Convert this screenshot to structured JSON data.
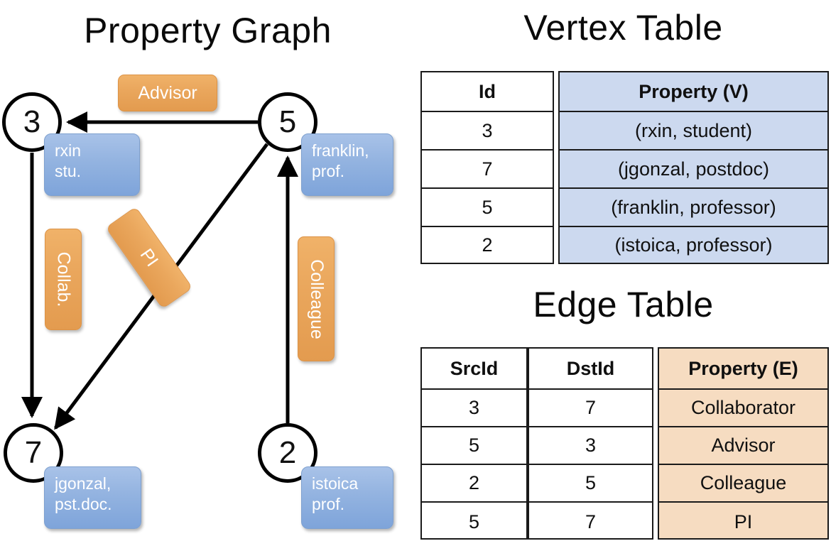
{
  "titles": {
    "property_graph": "Property Graph",
    "vertex_table": "Vertex Table",
    "edge_table": "Edge Table"
  },
  "graph": {
    "nodes": [
      {
        "id": "3",
        "property_label": "rxin\nstu."
      },
      {
        "id": "5",
        "property_label": "franklin,\nprof."
      },
      {
        "id": "7",
        "property_label": "jgonzal,\npst.doc."
      },
      {
        "id": "2",
        "property_label": "istoica\nprof."
      }
    ],
    "node_labels": {
      "n3": "3",
      "n5": "5",
      "n7": "7",
      "n2": "2"
    },
    "property_boxes": {
      "rxin_line1": "rxin",
      "rxin_line2": "stu.",
      "franklin_line1": "franklin,",
      "franklin_line2": "prof.",
      "jgonzal_line1": "jgonzal,",
      "jgonzal_line2": "pst.doc.",
      "istoica_line1": "istoica",
      "istoica_line2": "prof."
    },
    "edge_labels": {
      "advisor": "Advisor",
      "collab": "Collab.",
      "pi": "PI",
      "colleague": "Colleague"
    },
    "colors": {
      "node_stroke": "#000000",
      "vertex_property_fill": "#93b3e0",
      "edge_property_fill": "#eaa75d"
    }
  },
  "vertex_table": {
    "headers": [
      "Id",
      "Property (V)"
    ],
    "rows": [
      {
        "id": "3",
        "property": "(rxin, student)"
      },
      {
        "id": "7",
        "property": "(jgonzal, postdoc)"
      },
      {
        "id": "5",
        "property": "(franklin, professor)"
      },
      {
        "id": "2",
        "property": "(istoica, professor)"
      }
    ],
    "colors": {
      "id_column_fill": "#ffffff",
      "property_column_fill": "#ccd9ef"
    }
  },
  "edge_table": {
    "headers": [
      "SrcId",
      "DstId",
      "Property (E)"
    ],
    "rows": [
      {
        "src": "3",
        "dst": "7",
        "property": "Collaborator"
      },
      {
        "src": "5",
        "dst": "3",
        "property": "Advisor"
      },
      {
        "src": "2",
        "dst": "5",
        "property": "Colleague"
      },
      {
        "src": "5",
        "dst": "7",
        "property": "PI"
      }
    ],
    "colors": {
      "id_column_fill": "#ffffff",
      "property_column_fill": "#f6dcc1"
    }
  }
}
